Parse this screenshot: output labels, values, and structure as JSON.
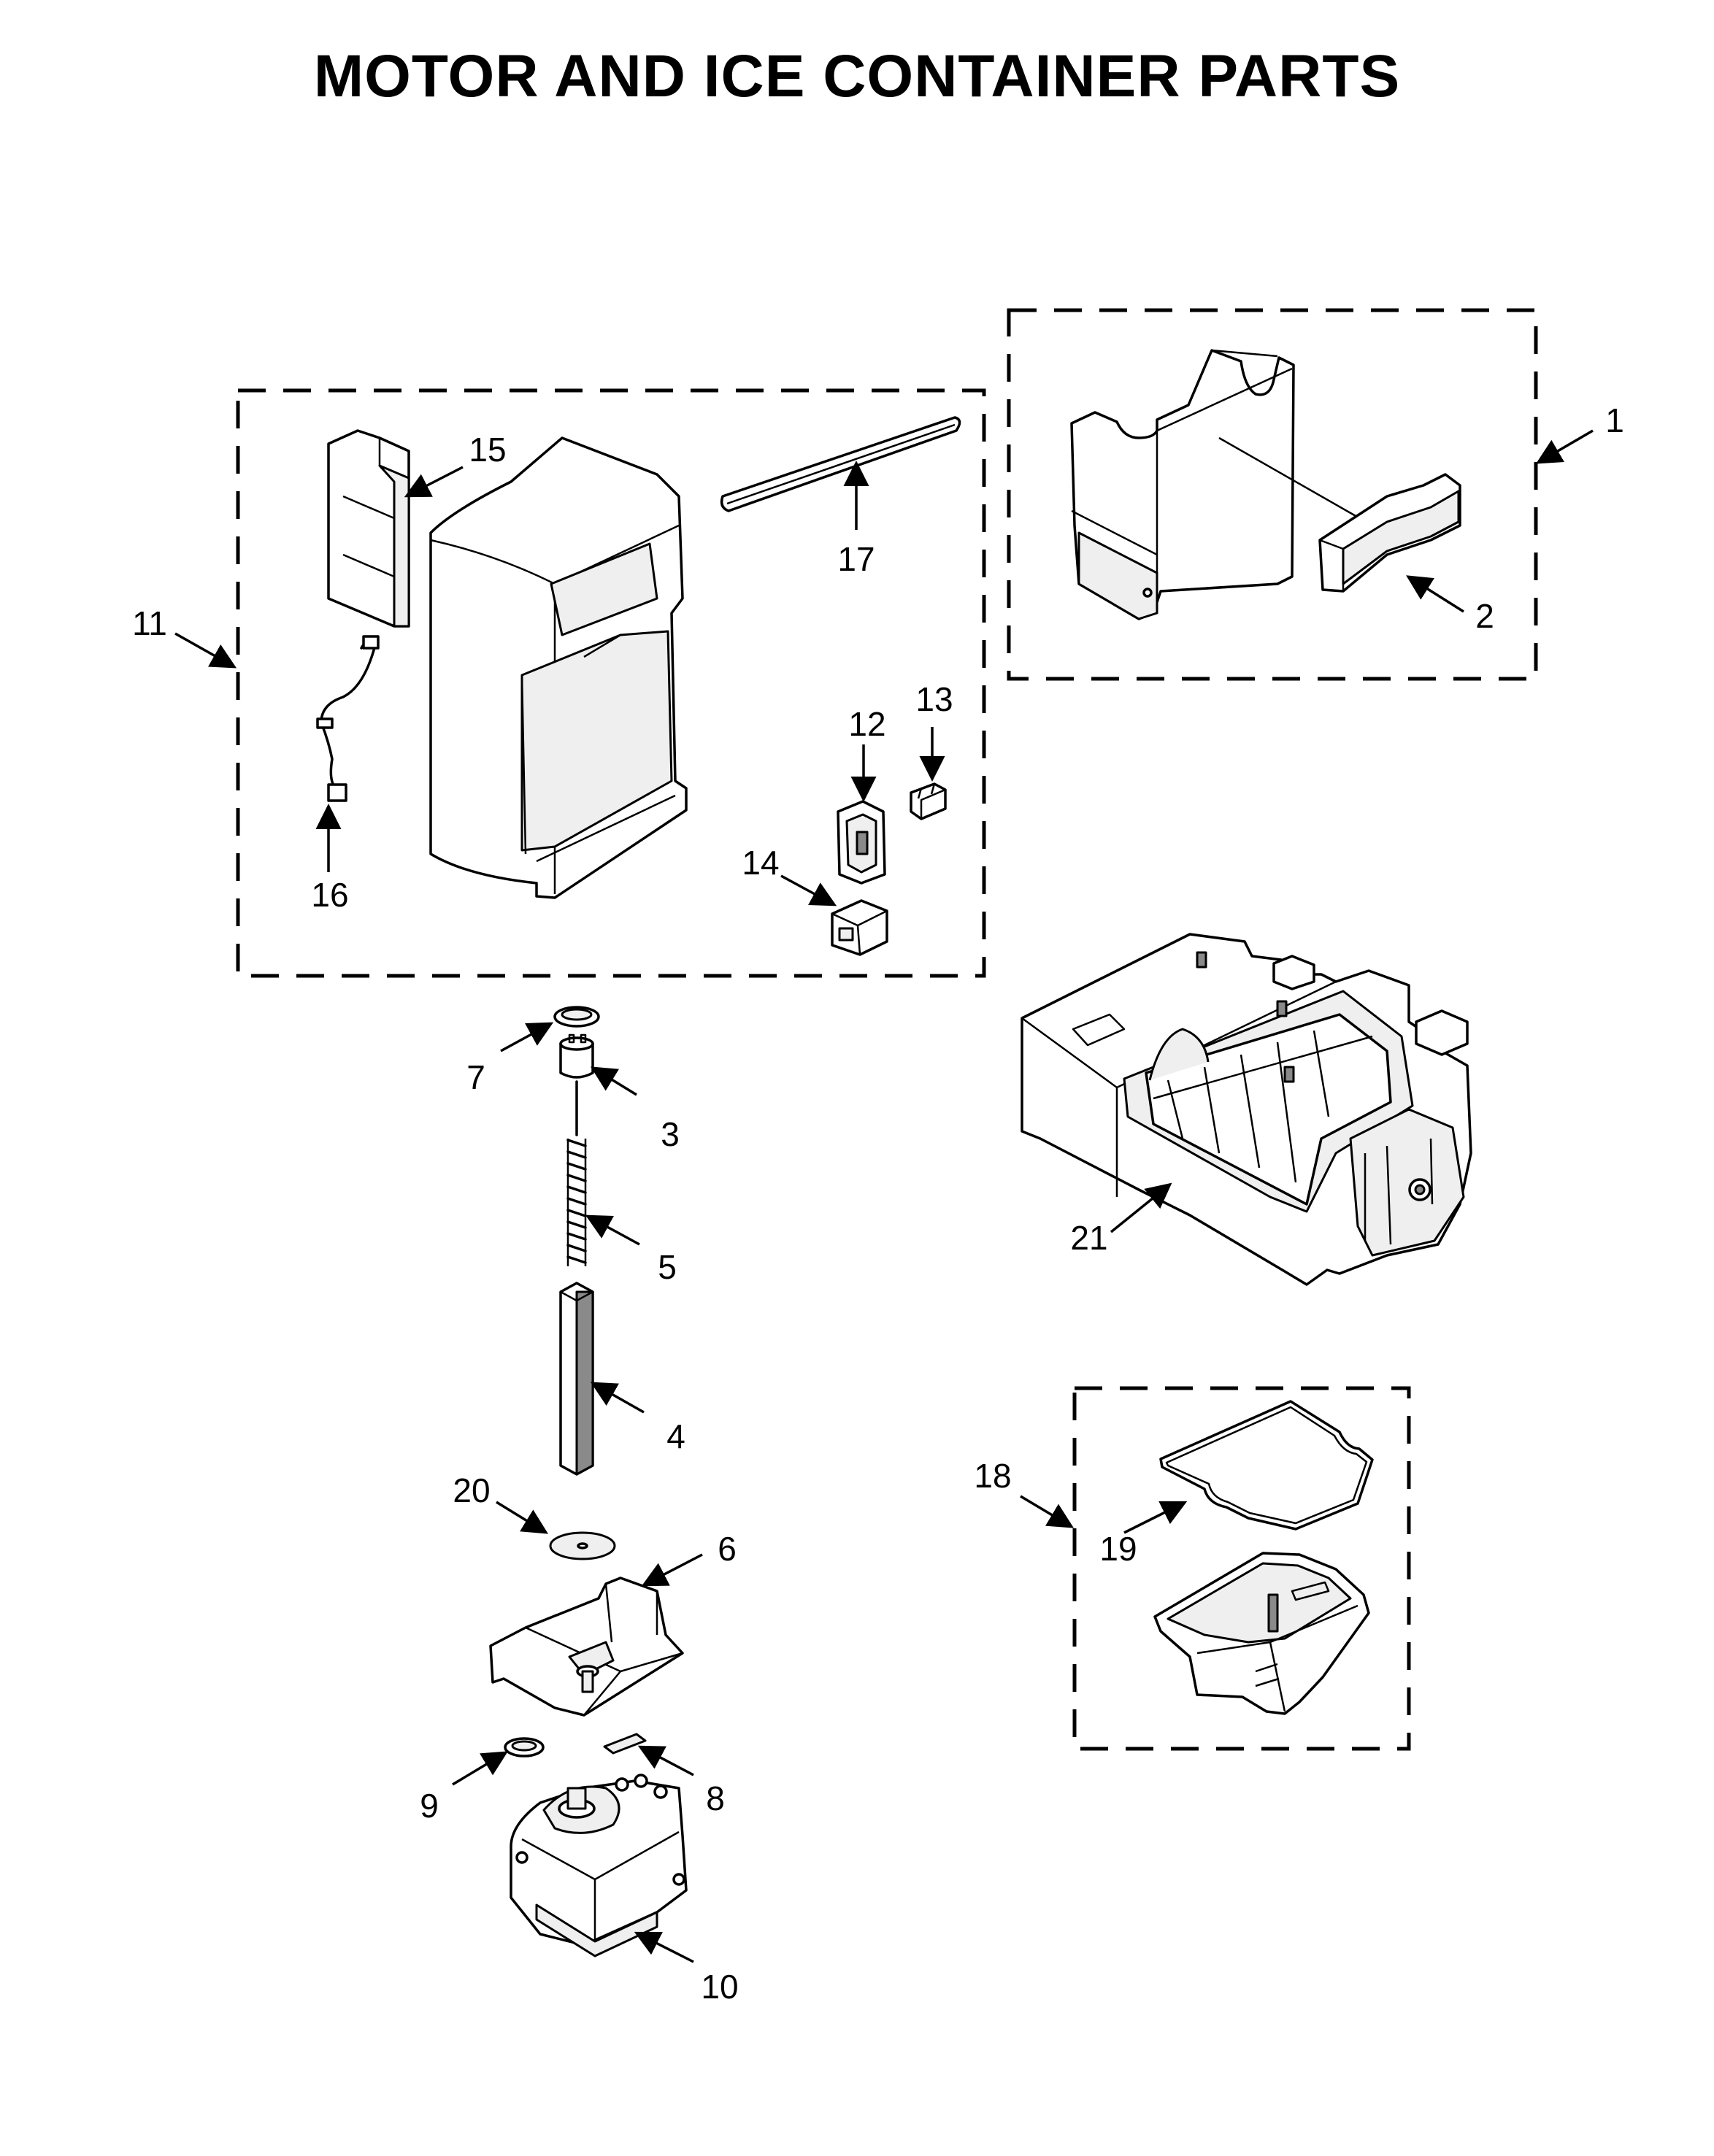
{
  "title": "MOTOR AND ICE CONTAINER PARTS",
  "callouts": {
    "c1": "1",
    "c2": "2",
    "c3": "3",
    "c4": "4",
    "c5": "5",
    "c6": "6",
    "c7": "7",
    "c8": "8",
    "c9": "9",
    "c10": "10",
    "c11": "11",
    "c12": "12",
    "c13": "13",
    "c14": "14",
    "c15": "15",
    "c16": "16",
    "c17": "17",
    "c18": "18",
    "c19": "19",
    "c20": "20",
    "c21": "21"
  }
}
